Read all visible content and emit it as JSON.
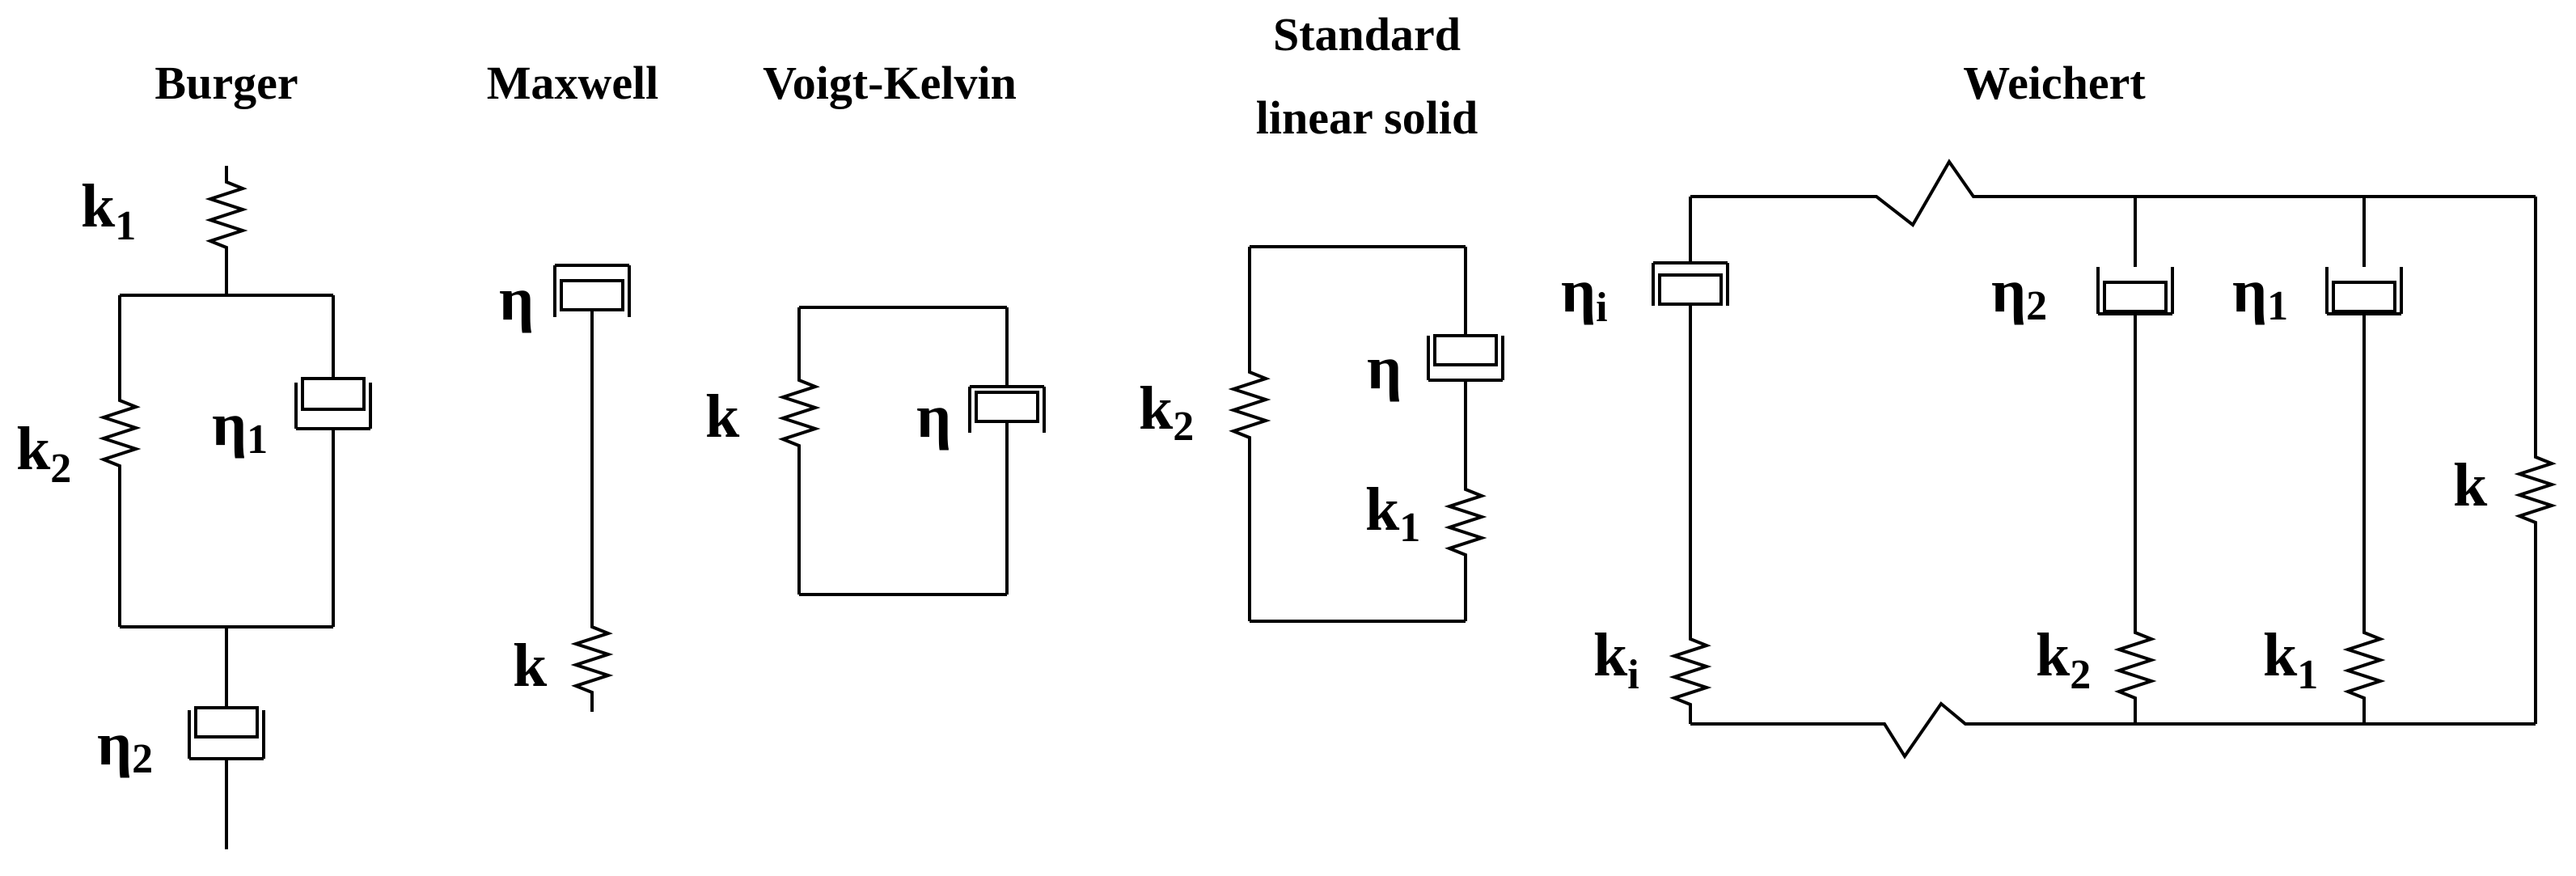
{
  "titles": {
    "burger": "Burger",
    "maxwell": "Maxwell",
    "voigt_kelvin": "Voigt-Kelvin",
    "sls_line1": "Standard",
    "sls_line2": "linear solid",
    "weichert": "Weichert"
  },
  "labels": {
    "burger_k1": {
      "base": "k",
      "sub": "1"
    },
    "burger_k2": {
      "base": "k",
      "sub": "2"
    },
    "burger_eta1": {
      "base": "η",
      "sub": "1"
    },
    "burger_eta2": {
      "base": "η",
      "sub": "2"
    },
    "maxwell_eta": {
      "base": "η",
      "sub": ""
    },
    "maxwell_k": {
      "base": "k",
      "sub": ""
    },
    "vk_k": {
      "base": "k",
      "sub": ""
    },
    "vk_eta": {
      "base": "η",
      "sub": ""
    },
    "sls_k2": {
      "base": "k",
      "sub": "2"
    },
    "sls_eta": {
      "base": "η",
      "sub": ""
    },
    "sls_k1": {
      "base": "k",
      "sub": "1"
    },
    "weichert_eta_i": {
      "base": "η",
      "sub": "i"
    },
    "weichert_eta2": {
      "base": "η",
      "sub": "2"
    },
    "weichert_eta1": {
      "base": "η",
      "sub": "1"
    },
    "weichert_k": {
      "base": "k",
      "sub": ""
    },
    "weichert_k_i": {
      "base": "k",
      "sub": "i"
    },
    "weichert_k2": {
      "base": "k",
      "sub": "2"
    },
    "weichert_k1": {
      "base": "k",
      "sub": "1"
    }
  }
}
